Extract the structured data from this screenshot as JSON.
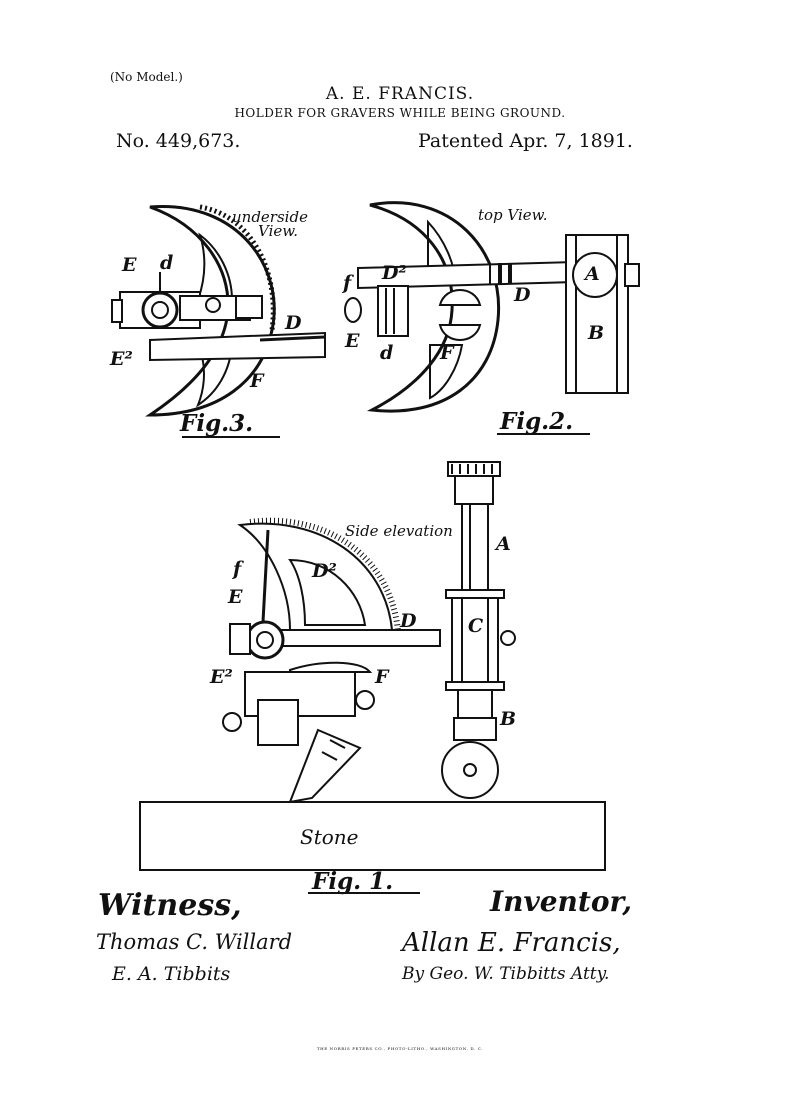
{
  "header": {
    "no_model": "(No Model.)",
    "inventor": "A. E. FRANCIS.",
    "title": "HOLDER FOR GRAVERS WHILE BEING GROUND.",
    "patent_number": "No. 449,673.",
    "patent_date": "Patented Apr. 7, 1891."
  },
  "figures": {
    "fig3": {
      "label": "Fig.3.",
      "note_line1": "underside",
      "note_line2": "View.",
      "letters": [
        "E",
        "d",
        "D",
        "E²",
        "F"
      ]
    },
    "fig2": {
      "label": "Fig.2.",
      "note": "top View.",
      "letters": [
        "f",
        "D²",
        "D",
        "A",
        "B",
        "E",
        "d",
        "F"
      ]
    },
    "fig1": {
      "label": "Fig. 1.",
      "note": "Side elevation",
      "letters": [
        "A",
        "f",
        "D²",
        "E",
        "D",
        "C",
        "E²",
        "F",
        "B"
      ],
      "stone": "Stone"
    }
  },
  "signatures": {
    "witness_label": "Witness,",
    "witness_1": "Thomas C. Willard",
    "witness_2": "E. A. Tibbits",
    "inventor_label": "Inventor,",
    "inventor": "Allan E. Francis,",
    "attorney": "By Geo. W. Tibbitts Atty."
  },
  "footer": {
    "printer": "THE NORRIS PETERS CO., PHOTO-LITHO., WASHINGTON, D. C."
  }
}
